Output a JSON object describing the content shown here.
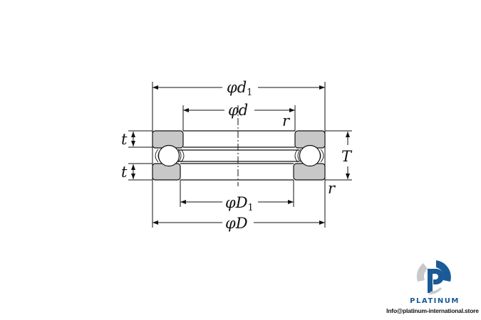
{
  "diagram": {
    "labels": {
      "d1": "φd",
      "d1_sub": "1",
      "d": "φd",
      "r_top": "r",
      "t_top": "t",
      "t_bottom": "t",
      "T": "T",
      "r_bottom": "r",
      "D1": "φD",
      "D1_sub": "1",
      "D": "φD"
    }
  },
  "logo": {
    "brand": "PLATINUM",
    "email": "Info@platinum-international.store",
    "color": "#1a5a96"
  }
}
